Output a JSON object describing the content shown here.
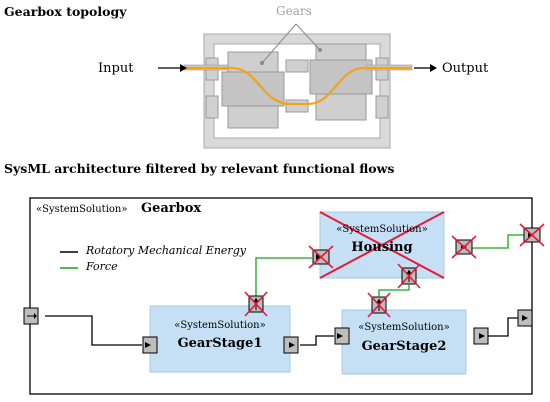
{
  "topology": {
    "heading": "Gearbox topology",
    "callout_label": "Gears",
    "input_label": "Input",
    "output_label": "Output"
  },
  "architecture": {
    "heading": "SysML architecture filtered by relevant functional flows",
    "stereotype": "«SystemSolution»",
    "container_name": "Gearbox",
    "legend": {
      "rotatory_label": "Rotatory Mechanical Energy",
      "force_label": "Force"
    },
    "blocks": {
      "housing": {
        "stereotype": "«SystemSolution»",
        "name": "Housing"
      },
      "gearstage1": {
        "stereotype": "«SystemSolution»",
        "name": "GearStage1"
      },
      "gearstage2": {
        "stereotype": "«SystemSolution»",
        "name": "GearStage2"
      }
    }
  },
  "colors": {
    "block_fill": "#c5e0f5",
    "block_stroke": "#a7c9e3",
    "rotatory_flow": "#000000",
    "force_flow": "#1aa31a",
    "cross_out": "#e5193a",
    "port_fill": "#bdbdbd",
    "housing_drawing": "#c8c8c8",
    "shaft": "#f3a316"
  }
}
